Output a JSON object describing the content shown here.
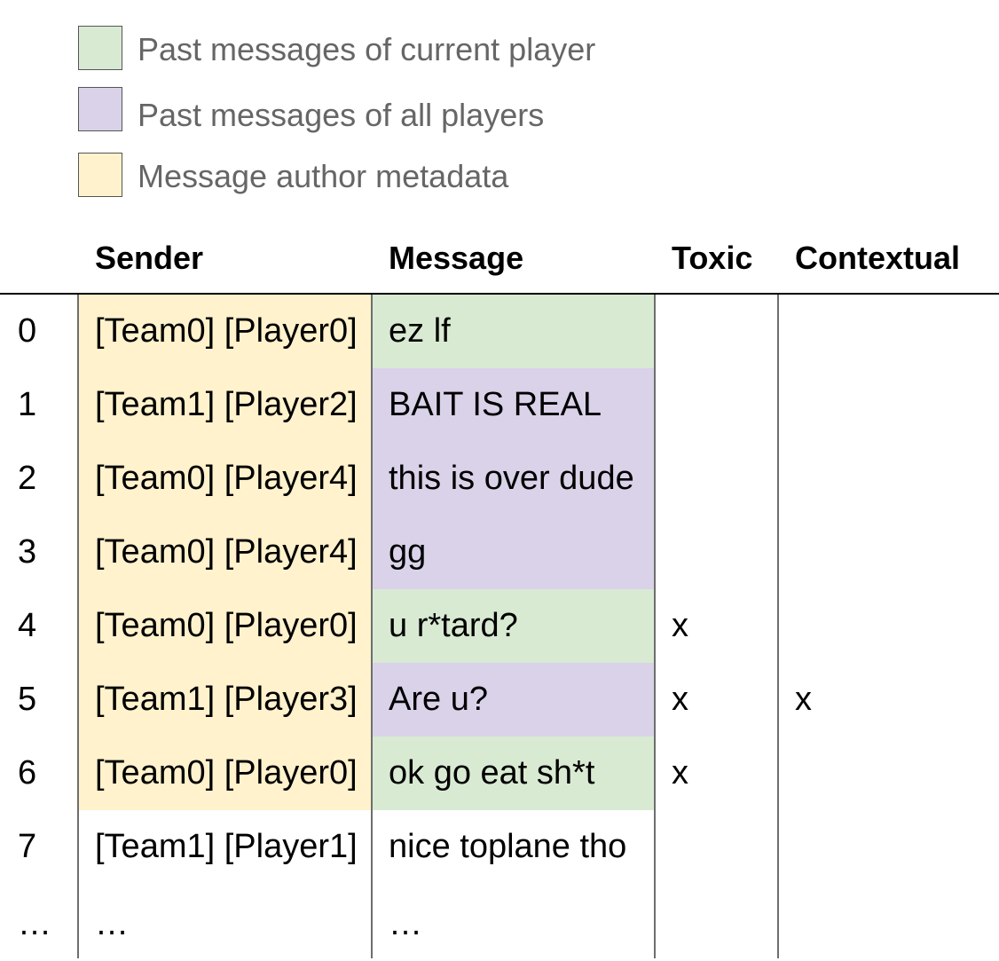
{
  "colors": {
    "current_player": "#d9ead3",
    "all_players": "#d9d2e9",
    "author_metadata": "#fff2cc"
  },
  "legend": [
    {
      "label": "Past messages of current player",
      "color": "#d9ead3"
    },
    {
      "label": "Past messages of all players",
      "color": "#d9d2e9"
    },
    {
      "label": "Message author metadata",
      "color": "#fff2cc"
    }
  ],
  "table": {
    "headers": {
      "sender": "Sender",
      "message": "Message",
      "toxic": "Toxic",
      "contextual": "Contextual"
    },
    "rows": [
      {
        "index": "0",
        "sender": "[Team0] [Player0]",
        "message": "ez lf",
        "toxic": "",
        "contextual": "",
        "highlight": "current_player"
      },
      {
        "index": "1",
        "sender": "[Team1] [Player2]",
        "message": "BAIT IS REAL",
        "toxic": "",
        "contextual": "",
        "highlight": "all_players"
      },
      {
        "index": "2",
        "sender": "[Team0] [Player4]",
        "message": "this is over dude",
        "toxic": "",
        "contextual": "",
        "highlight": "all_players"
      },
      {
        "index": "3",
        "sender": "[Team0] [Player4]",
        "message": "gg",
        "toxic": "",
        "contextual": "",
        "highlight": "all_players"
      },
      {
        "index": "4",
        "sender": "[Team0] [Player0]",
        "message": "u r*tard?",
        "toxic": "x",
        "contextual": "",
        "highlight": "current_player"
      },
      {
        "index": "5",
        "sender": "[Team1] [Player3]",
        "message": "Are u?",
        "toxic": "x",
        "contextual": "x",
        "highlight": "all_players"
      },
      {
        "index": "6",
        "sender": "[Team0] [Player0]",
        "message": "ok go eat sh*t",
        "toxic": "x",
        "contextual": "",
        "highlight": "current_player"
      },
      {
        "index": "7",
        "sender": "[Team1] [Player1]",
        "message": "nice toplane tho",
        "toxic": "",
        "contextual": "",
        "highlight": "none"
      },
      {
        "index": "…",
        "sender": "…",
        "message": "…",
        "toxic": "",
        "contextual": "",
        "highlight": "none"
      }
    ]
  }
}
